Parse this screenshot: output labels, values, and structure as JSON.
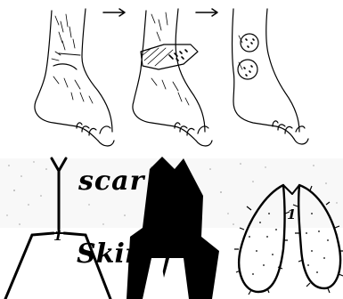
{
  "labels": {
    "scar": "scar",
    "skin": "Skin",
    "flap_number_left": "1",
    "flap_number_middle": "1",
    "flap_number_right": "1"
  },
  "icons": {
    "arrow_1": "right-arrow-icon",
    "arrow_2": "right-arrow-icon"
  },
  "colors": {
    "ink": "#000000",
    "background": "#ffffff"
  }
}
